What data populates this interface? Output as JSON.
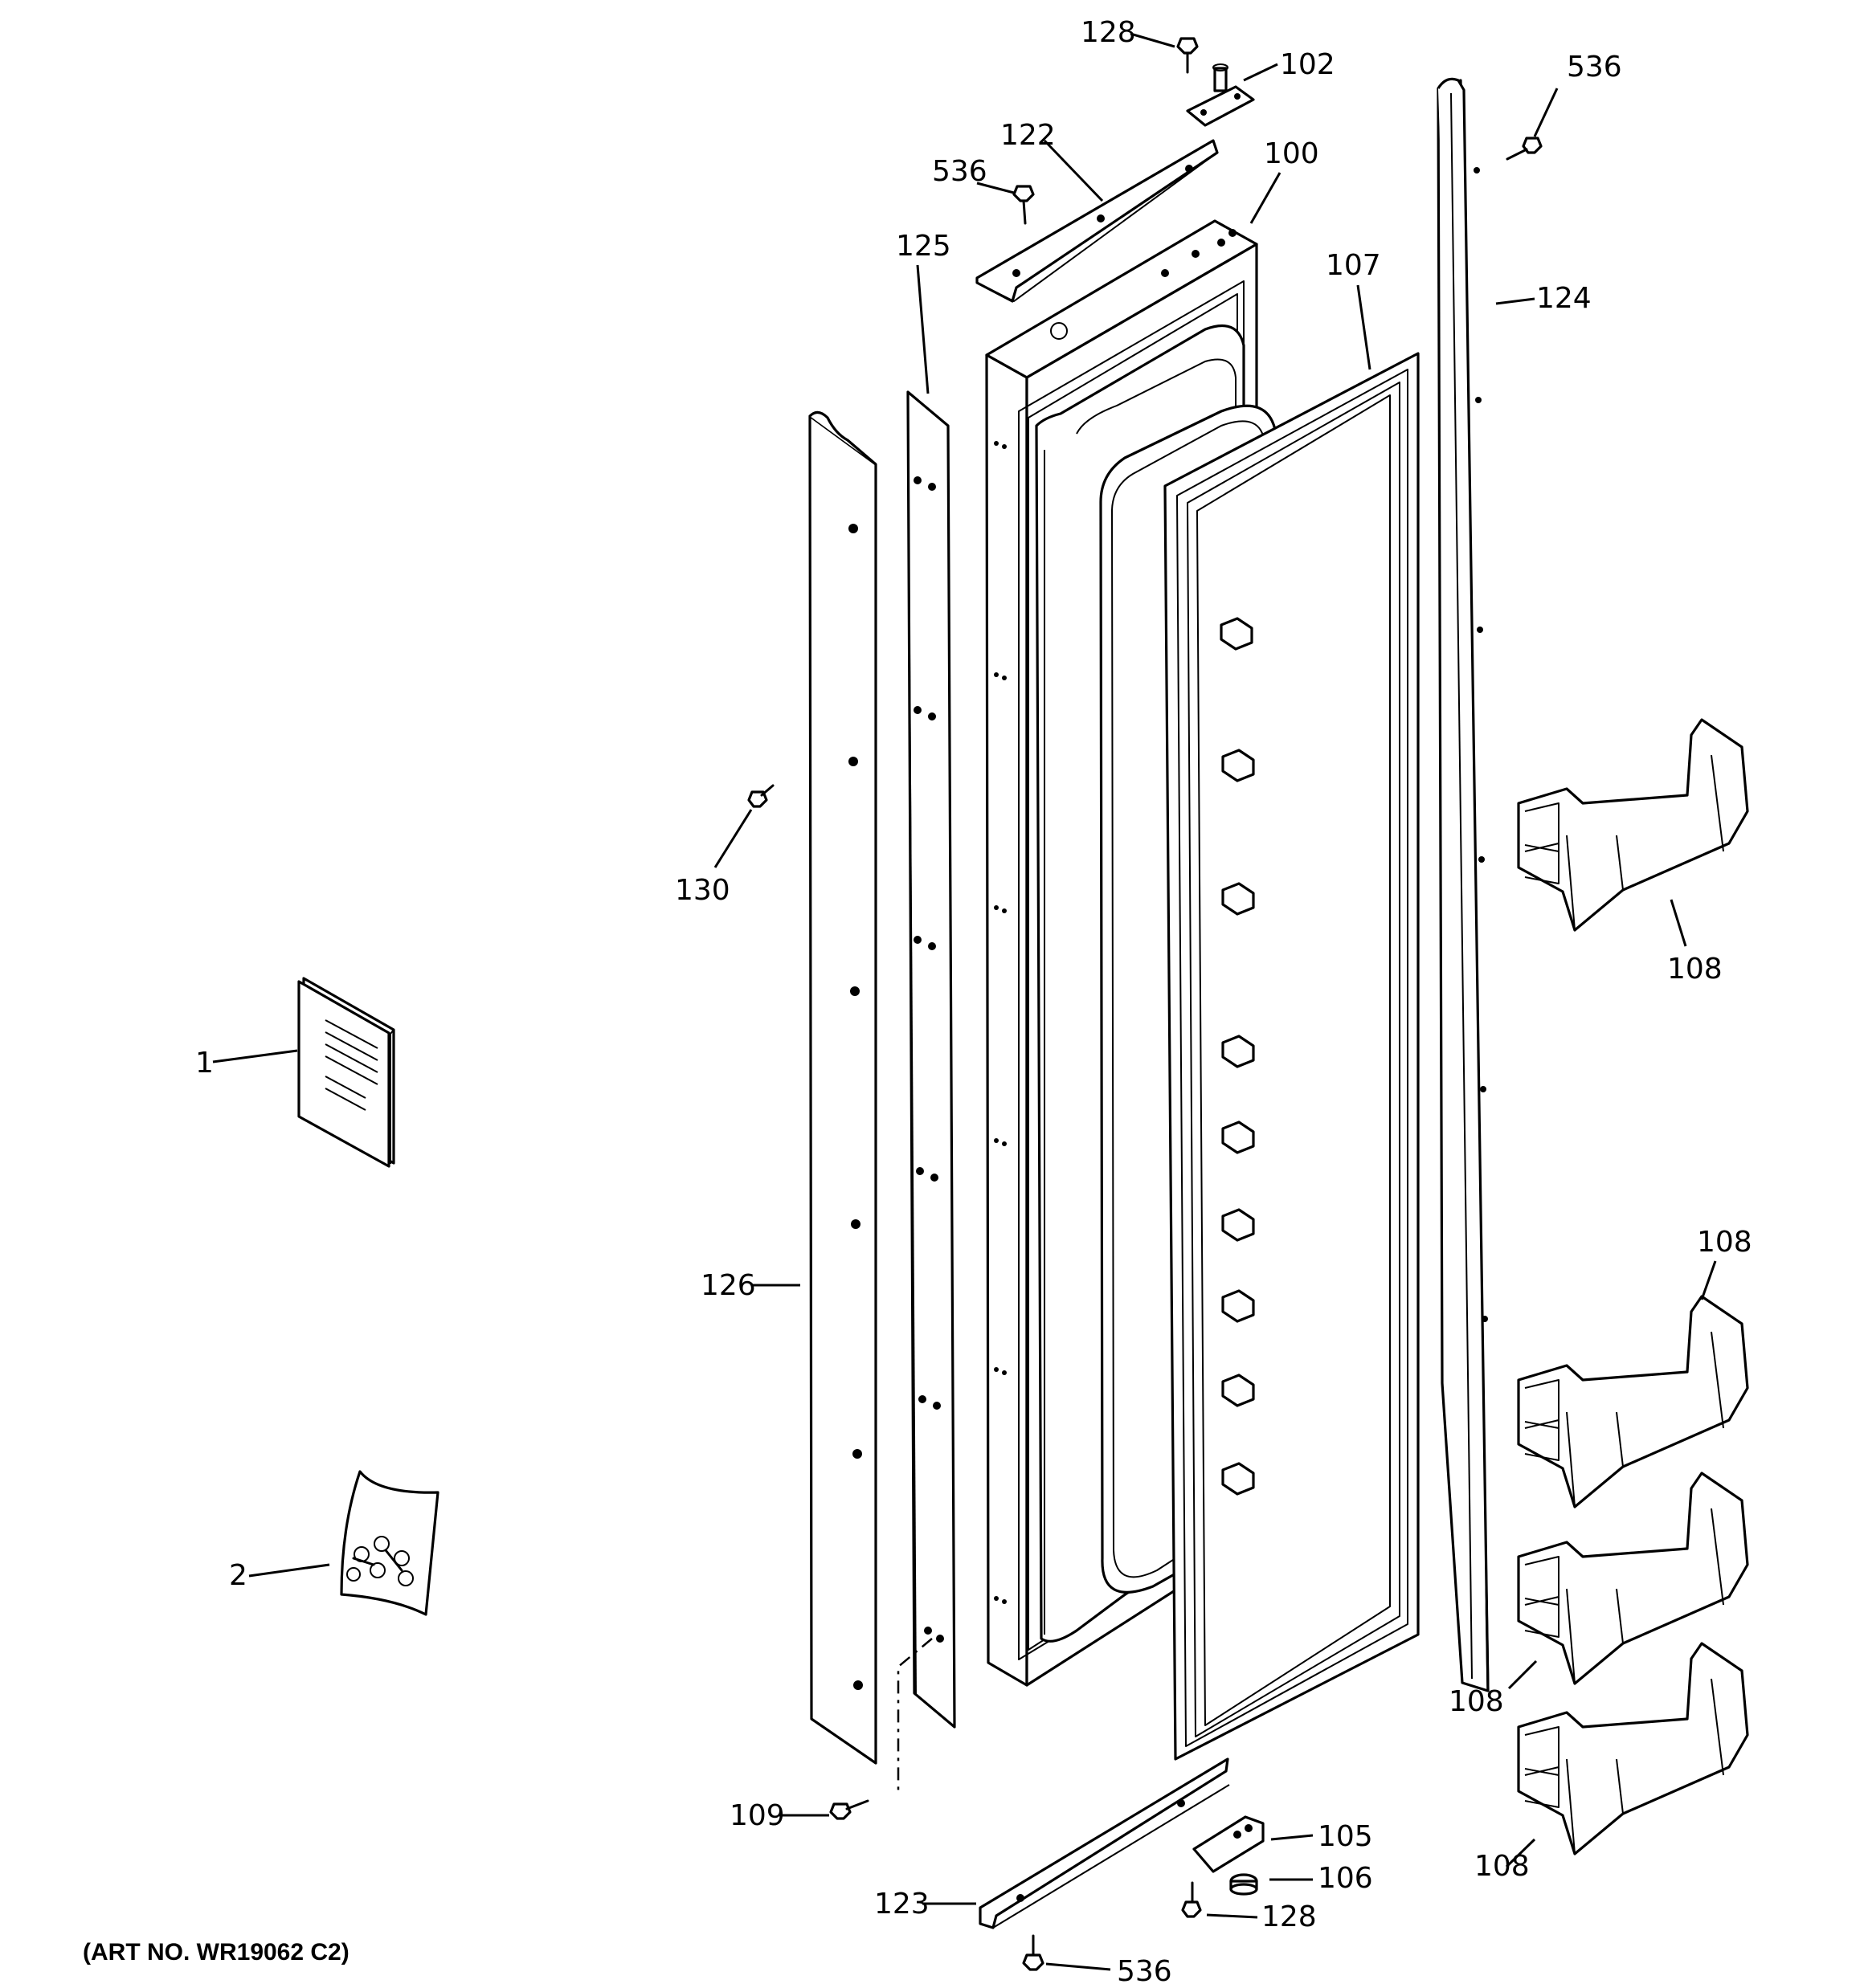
{
  "diagram": {
    "art_number": "(ART NO. WR19062 C2)",
    "callouts": [
      {
        "id": "c1",
        "text": "1"
      },
      {
        "id": "c2",
        "text": "2"
      },
      {
        "id": "c100",
        "text": "100"
      },
      {
        "id": "c102",
        "text": "102"
      },
      {
        "id": "c105",
        "text": "105"
      },
      {
        "id": "c106",
        "text": "106"
      },
      {
        "id": "c107",
        "text": "107"
      },
      {
        "id": "c108a",
        "text": "108"
      },
      {
        "id": "c108b",
        "text": "108"
      },
      {
        "id": "c108c",
        "text": "108"
      },
      {
        "id": "c108d",
        "text": "108"
      },
      {
        "id": "c109",
        "text": "109"
      },
      {
        "id": "c122",
        "text": "122"
      },
      {
        "id": "c123",
        "text": "123"
      },
      {
        "id": "c124",
        "text": "124"
      },
      {
        "id": "c125",
        "text": "125"
      },
      {
        "id": "c126",
        "text": "126"
      },
      {
        "id": "c128a",
        "text": "128"
      },
      {
        "id": "c128b",
        "text": "128"
      },
      {
        "id": "c130",
        "text": "130"
      },
      {
        "id": "c536a",
        "text": "536"
      },
      {
        "id": "c536b",
        "text": "536"
      },
      {
        "id": "c536c",
        "text": "536"
      }
    ]
  }
}
